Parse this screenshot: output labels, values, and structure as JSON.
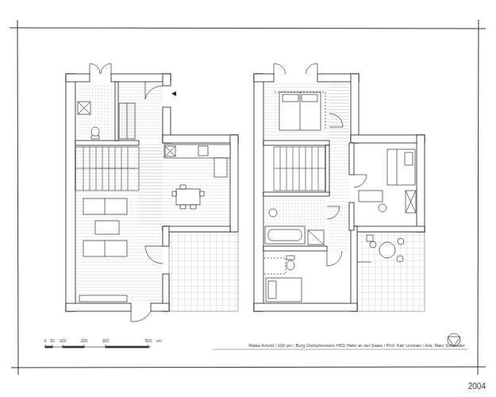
{
  "diagram": {
    "labels": [
      "0",
      "50",
      "100",
      "200",
      "300",
      "500",
      "cm",
      "Maike Arnold / 100 qm / Burg Giebichenstein HKD Halle an der Saale / Prof. Kari Uusitalo / Ass. Marc Schneider",
      "2004"
    ]
  }
}
